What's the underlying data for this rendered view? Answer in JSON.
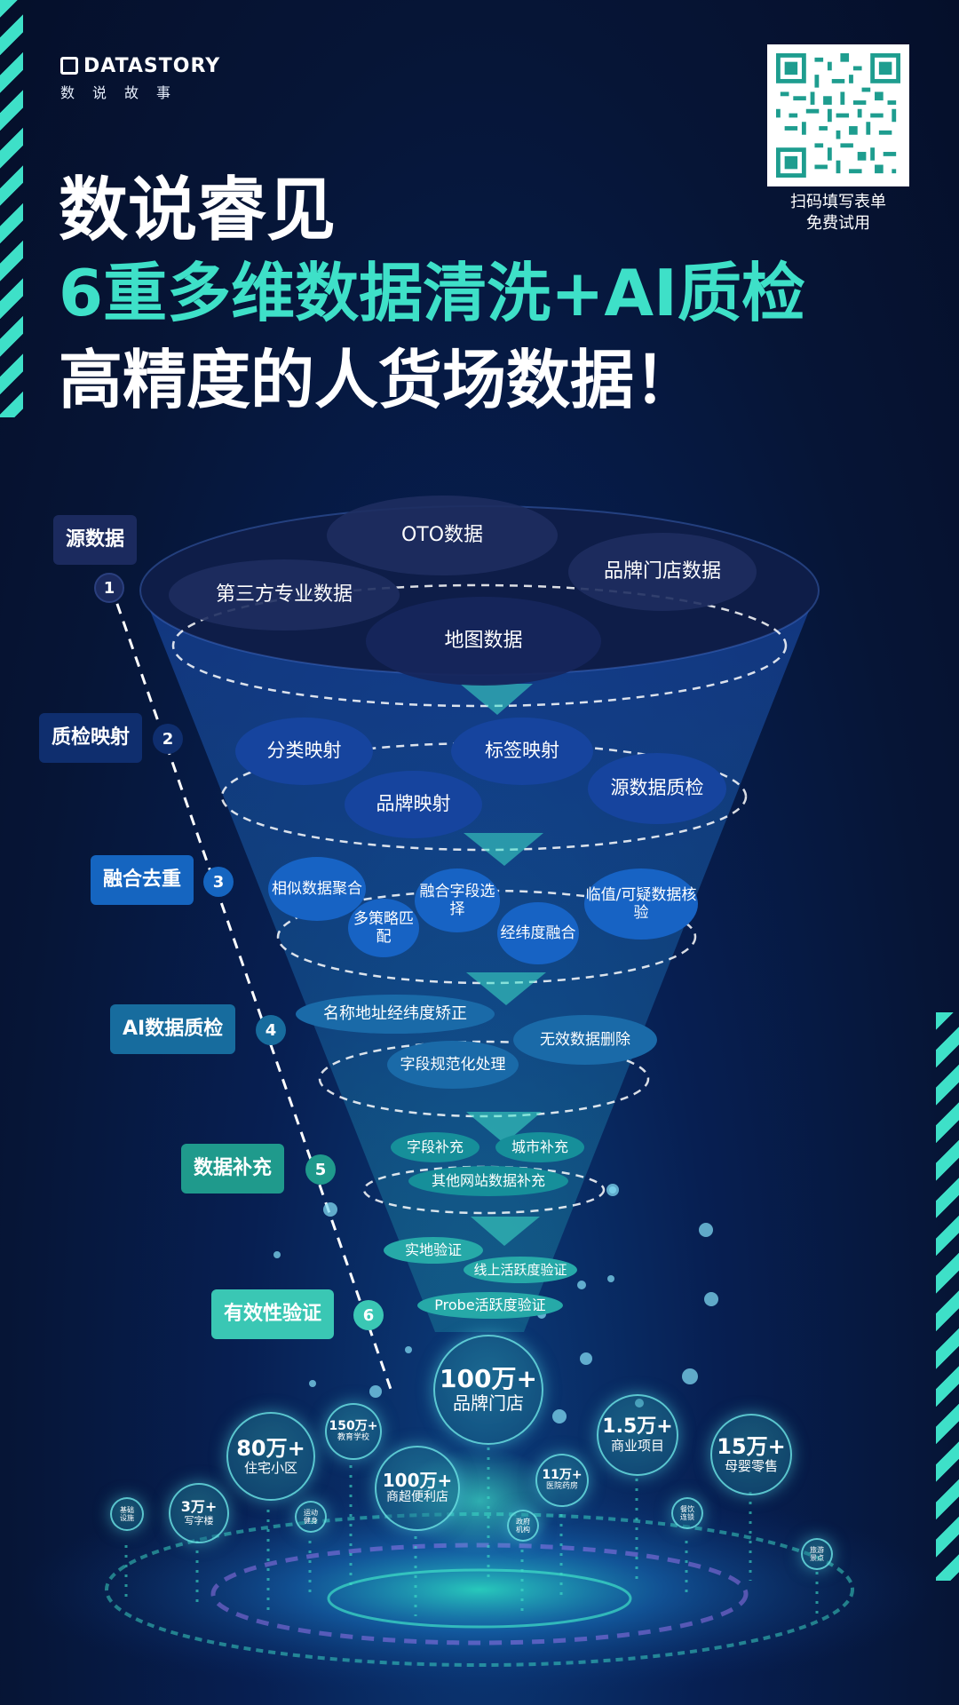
{
  "logo": {
    "brand": "DATASTORY",
    "sub": "数说故事"
  },
  "qr": {
    "caption_line1": "扫码填写表单",
    "caption_line2": "免费试用"
  },
  "headline": {
    "line1": "数说睿见",
    "line2": "6重多维数据清洗+AI质检",
    "line3": "高精度的人货场数据！"
  },
  "colors": {
    "accent": "#3ee0c8",
    "navy": "#071f52",
    "label_dark": "#1b2a5e",
    "label_blue": "#1565c0",
    "label_teal": "#2aa79b"
  },
  "stages": [
    {
      "num": "1",
      "label": "源数据"
    },
    {
      "num": "2",
      "label": "质检映射"
    },
    {
      "num": "3",
      "label": "融合去重"
    },
    {
      "num": "4",
      "label": "AI数据质检"
    },
    {
      "num": "5",
      "label": "数据补充"
    },
    {
      "num": "6",
      "label": "有效性验证"
    }
  ],
  "level1": [
    "OTO数据",
    "品牌门店数据",
    "第三方专业数据",
    "地图数据"
  ],
  "level2": [
    "分类映射",
    "标签映射",
    "品牌映射",
    "源数据质检"
  ],
  "level3": [
    "相似数据聚合",
    "融合字段选择",
    "多策略匹配",
    "经纬度融合",
    "临值/可疑数据核验"
  ],
  "level4": [
    "名称地址经纬度矫正",
    "无效数据删除",
    "字段规范化处理"
  ],
  "level5": [
    "字段补充",
    "城市补充",
    "其他网站数据补充"
  ],
  "level6": [
    "实地验证",
    "线上活跃度验证",
    "Probe活跃度验证"
  ],
  "results": [
    {
      "num": "100万+",
      "label": "品牌门店"
    },
    {
      "num": "80万+",
      "label": "住宅小区"
    },
    {
      "num": "150万+",
      "label": "教育学校"
    },
    {
      "num": "100万+",
      "label": "商超便利店"
    },
    {
      "num": "1.5万+",
      "label": "商业项目"
    },
    {
      "num": "15万+",
      "label": "母婴零售"
    },
    {
      "num": "3万+",
      "label": "写字楼"
    },
    {
      "num": "11万+",
      "label": "医院药房"
    }
  ],
  "small_bubbles": [
    "基础设施",
    "运动健身",
    "政府机构",
    "餐饮连锁",
    "旅游景点"
  ]
}
